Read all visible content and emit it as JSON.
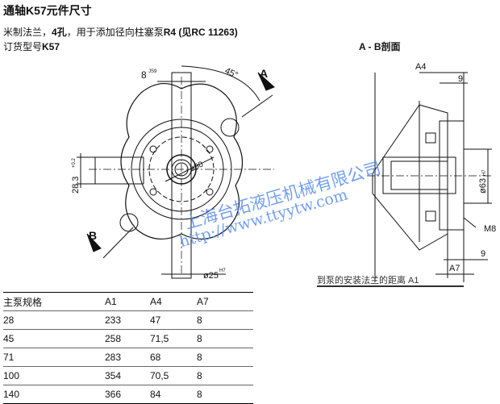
{
  "title": "通轴K57元件尺寸",
  "desc": {
    "part1": "米制法兰，",
    "bold1": "4孔",
    "part2": "，用于添加径向柱塞泵",
    "bold2": "R4 (见RC 11263)",
    "order_label": "订货型号",
    "order_model": "K57"
  },
  "drawing": {
    "section_title": "A - B剖面",
    "label_a": "A",
    "label_b": "B",
    "dim_8": "8",
    "dim_8_tol": "JS9",
    "dim_45": "45°",
    "dim_28_3": "28.3",
    "dim_28_3_tol": "+0.2",
    "dim_d80": "ø80",
    "dim_d25": "ø25",
    "dim_d25_tol": "H7",
    "dim_a4": "A4",
    "dim_9_top": "9",
    "dim_d63": "ø63",
    "dim_d63_tol": "H7",
    "dim_m8": "M8",
    "dim_a7": "A7",
    "dim_9_bottom": "9",
    "dist_label": "到泵的安装法兰的距离 A1"
  },
  "watermark": {
    "company": "上海台拓液压机械有限公司",
    "url": "http://www.ttyytw.com"
  },
  "table": {
    "headers": [
      "主泵规格",
      "A1",
      "A4",
      "A7"
    ],
    "rows": [
      [
        "28",
        "233",
        "47",
        "8"
      ],
      [
        "45",
        "258",
        "71,5",
        "8"
      ],
      [
        "71",
        "283",
        "68",
        "8"
      ],
      [
        "100",
        "354",
        "70,5",
        "8"
      ],
      [
        "140",
        "366",
        "84",
        "8"
      ]
    ]
  }
}
